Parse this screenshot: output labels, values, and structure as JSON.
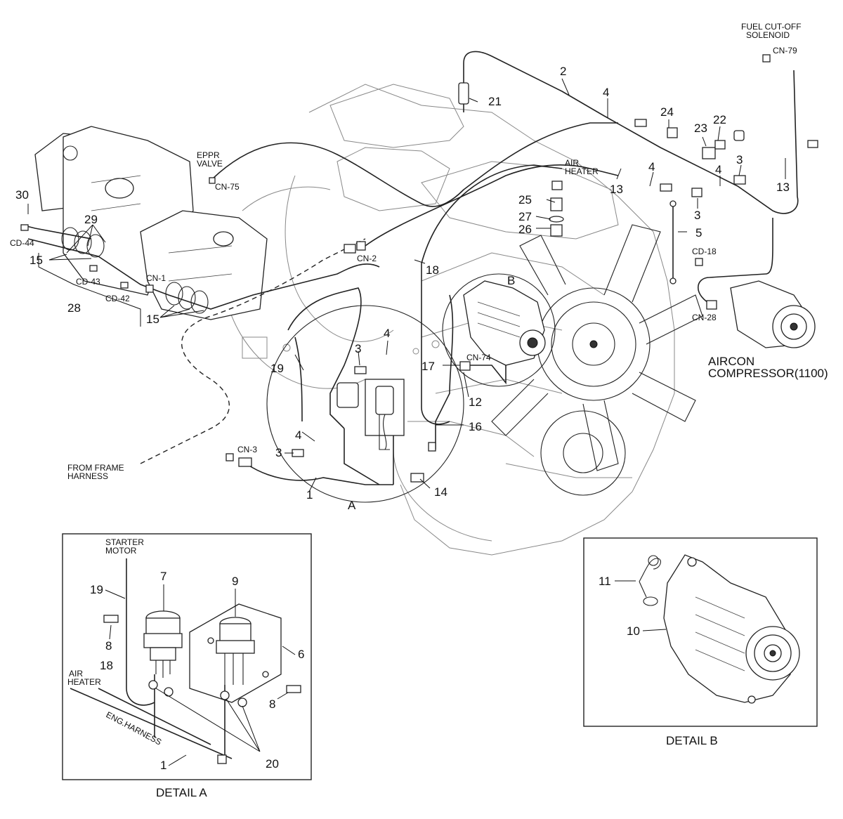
{
  "labels": {
    "fuel_cutoff": [
      "FUEL CUT-OFF",
      "SOLENOID"
    ],
    "cn79": "CN-79",
    "eppr": [
      "EPPR",
      "VALVE"
    ],
    "cn75": "CN-75",
    "air_heater": [
      "AIR",
      "HEATER"
    ],
    "cn2": "CN-2",
    "cd18": "CD-18",
    "cn28": "CN-28",
    "aircon": [
      "AIRCON",
      "COMPRESSOR(1100)"
    ],
    "cd44": "CD-44",
    "cd43": "CD-43",
    "cd42": "CD-42",
    "cn1": "CN-1",
    "cn74": "CN-74",
    "cn3": "CN-3",
    "from_frame": [
      "FROM FRAME",
      "HARNESS"
    ],
    "starter_motor": [
      "STARTER",
      "MOTOR"
    ],
    "detail_air_heater": [
      "AIR",
      "HEATER"
    ],
    "eng_harness": "ENG.HARNESS",
    "detail_a": "DETAIL A",
    "detail_b": "DETAIL  B",
    "view_a": "A",
    "view_b": "B"
  },
  "callouts": {
    "c1": "1",
    "c2": "2",
    "c3a": "3",
    "c3b": "3",
    "c3c": "3",
    "c3d": "3",
    "c4a": "4",
    "c4b": "4",
    "c4c": "4",
    "c4d": "4",
    "c4e": "4",
    "c5": "5",
    "c12": "12",
    "c13a": "13",
    "c13b": "13",
    "c14": "14",
    "c15a": "15",
    "c15b": "15",
    "c16": "16",
    "c17": "17",
    "c18": "18",
    "c19": "19",
    "c21": "21",
    "c22": "22",
    "c23": "23",
    "c24": "24",
    "c25": "25",
    "c26": "26",
    "c27": "27",
    "c28": "28",
    "c29": "29",
    "c30": "30",
    "d7": "7",
    "d9": "9",
    "d19": "19",
    "d8a": "8",
    "d8b": "8",
    "d6": "6",
    "d18": "18",
    "d1": "1",
    "d20": "20",
    "d11": "11",
    "d10": "10"
  }
}
